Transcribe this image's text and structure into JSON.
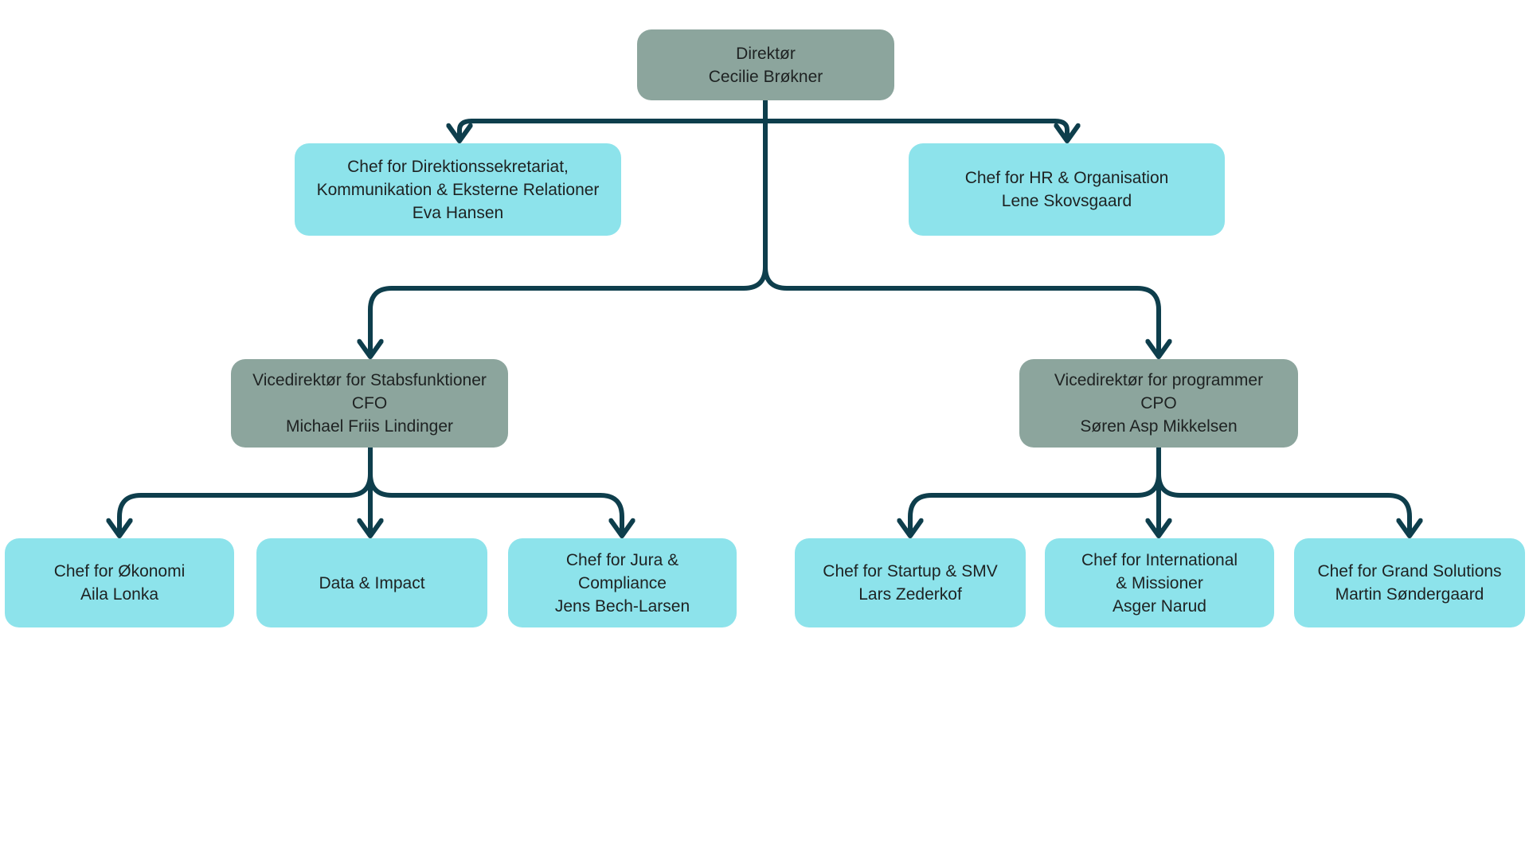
{
  "diagram": {
    "type": "org-chart",
    "background": "#FFFFFF",
    "colors": {
      "leadership_box": "#8CA59D",
      "department_box": "#8DE3EB",
      "connector": "#0E3E4C",
      "text": "#1E2222"
    },
    "nodes": {
      "director": {
        "lines": [
          "Direktør",
          "Cecilie Brøkner"
        ]
      },
      "secretariat": {
        "lines": [
          "Chef for Direktionssekretariat,",
          "Kommunikation & Eksterne Relationer",
          "Eva Hansen"
        ]
      },
      "hr": {
        "lines": [
          "Chef for HR & Organisation",
          "Lene Skovsgaard"
        ]
      },
      "vice_staff": {
        "lines": [
          "Vicedirektør for Stabsfunktioner",
          "CFO",
          "Michael Friis Lindinger"
        ]
      },
      "vice_programs": {
        "lines": [
          "Vicedirektør for programmer",
          "CPO",
          "Søren Asp Mikkelsen"
        ]
      },
      "economy": {
        "lines": [
          "Chef for Økonomi",
          "Aila Lonka"
        ]
      },
      "data_impact": {
        "lines": [
          "Data & Impact"
        ]
      },
      "legal": {
        "lines": [
          "Chef for Jura &",
          "Compliance",
          "Jens Bech-Larsen"
        ]
      },
      "startup": {
        "lines": [
          "Chef for Startup & SMV",
          "Lars Zederkof"
        ]
      },
      "international": {
        "lines": [
          "Chef for International",
          "& Missioner",
          "Asger Narud"
        ]
      },
      "grand_solutions": {
        "lines": [
          "Chef for Grand Solutions",
          "Martin Søndergaard"
        ]
      }
    }
  }
}
